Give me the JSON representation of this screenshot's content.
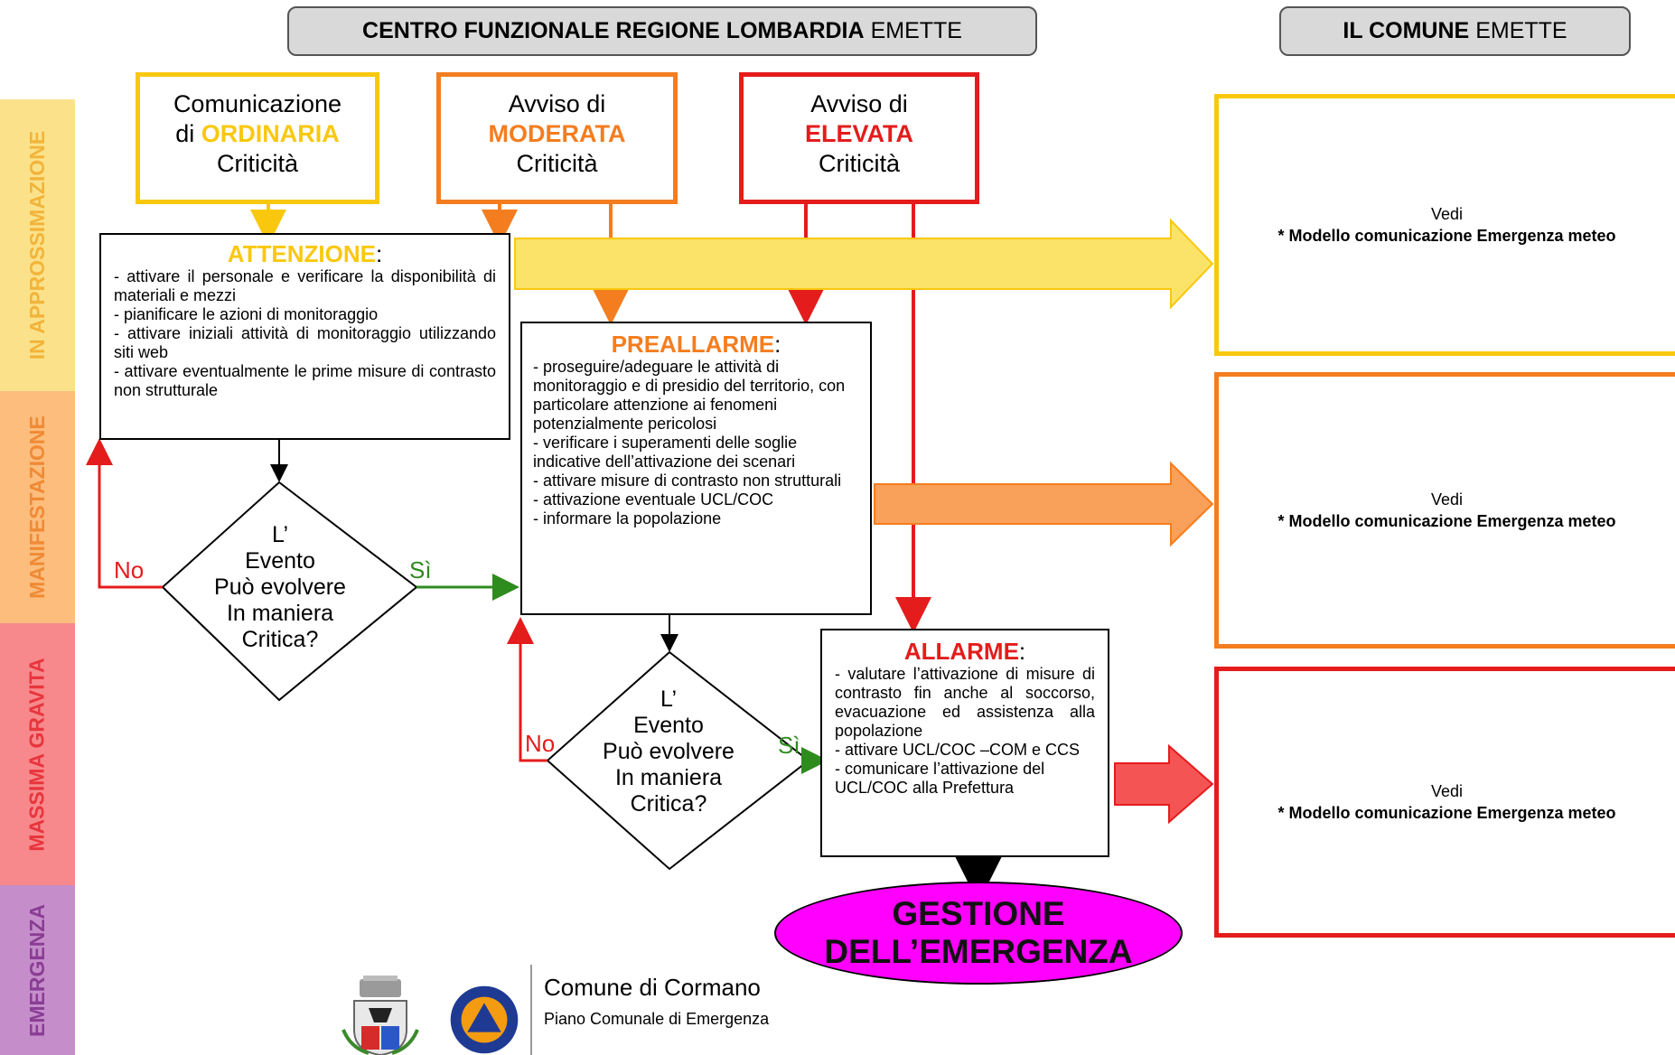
{
  "header_left": {
    "bold": "CENTRO FUNZIONALE REGIONE LOMBARDIA",
    "rest": "EMETTE"
  },
  "header_right": {
    "bold": "IL COMUNE",
    "rest": "EMETTE"
  },
  "bands": [
    {
      "label": "IN APPROSSIMAZIONE",
      "color": "#fbe28a",
      "text_color": "#f2b43a"
    },
    {
      "label": "MANIFESTAZIONE",
      "color": "#fcbd7d",
      "text_color": "#f08a35"
    },
    {
      "label": "MASSIMA GRAVITA",
      "color": "#f7898c",
      "text_color": "#e8353d"
    },
    {
      "label": "EMERGENZA",
      "color": "#c58ecb",
      "text_color": "#8a3d94"
    }
  ],
  "sources": {
    "ordinaria": {
      "line1": "Comunicazione",
      "pre": "di",
      "key": "ORDINARIA",
      "line3": "Criticità",
      "color": "#f9c80e"
    },
    "moderata": {
      "line1": "Avviso di",
      "key": "MODERATA",
      "line3": "Criticità",
      "color": "#f47d1f"
    },
    "elevata": {
      "line1": "Avviso di",
      "key": "ELEVATA",
      "line3": "Criticità",
      "color": "#e41c1c"
    }
  },
  "attenzione": {
    "title": "ATTENZIONE",
    "lines": [
      "- attivare il personale e verificare la disponibilità di materiali e mezzi",
      "- pianificare le azioni di monitoraggio",
      "- attivare iniziali attività di monitoraggio utilizzando siti web",
      "- attivare eventualmente le prime misure di contrasto non strutturale"
    ]
  },
  "preallarme": {
    "title": "PREALLARME",
    "lines": [
      "- proseguire/adeguare le attività di monitoraggio e di presidio del territorio, con particolare attenzione ai fenomeni potenzialmente pericolosi",
      "- verificare i superamenti delle soglie indicative dell’attivazione dei scenari",
      "- attivare misure di contrasto non strutturali",
      "- attivazione eventuale UCL/COC",
      "- informare la popolazione"
    ]
  },
  "allarme": {
    "title": "ALLARME",
    "lines": [
      "- valutare l’attivazione di misure di contrasto fin anche al soccorso, evacuazione ed assistenza alla popolazione",
      "- attivare UCL/COC –COM e CCS",
      "- comunicare l’attivazione del UCL/COC alla Prefettura"
    ]
  },
  "decision": {
    "l1": "L’",
    "l2": "Evento",
    "l3": "Può evolvere",
    "l4": "In maniera",
    "l5": "Critica?",
    "no": "No",
    "yes": "Sì"
  },
  "gestione": {
    "l1": "GESTIONE",
    "l2": "DELL’EMERGENZA"
  },
  "comune_boxes": [
    {
      "vedi": "Vedi",
      "text": "* Modello comunicazione Emergenza meteo",
      "color": "#f9c80e"
    },
    {
      "vedi": "Vedi",
      "text": "* Modello comunicazione Emergenza meteo",
      "color": "#f47d1f"
    },
    {
      "vedi": "Vedi",
      "text": "* Modello comunicazione Emergenza meteo",
      "color": "#e41c1c"
    }
  ],
  "footer": {
    "title": "Comune di Cormano",
    "subtitle": "Piano Comunale di Emergenza"
  },
  "colors": {
    "attenzione": "#f9c80e",
    "preallarme": "#f47d1f",
    "allarme": "#e41c1c",
    "gestione": "#ff00ff",
    "yes": "#2e8b1e",
    "no": "#e41c1c"
  }
}
